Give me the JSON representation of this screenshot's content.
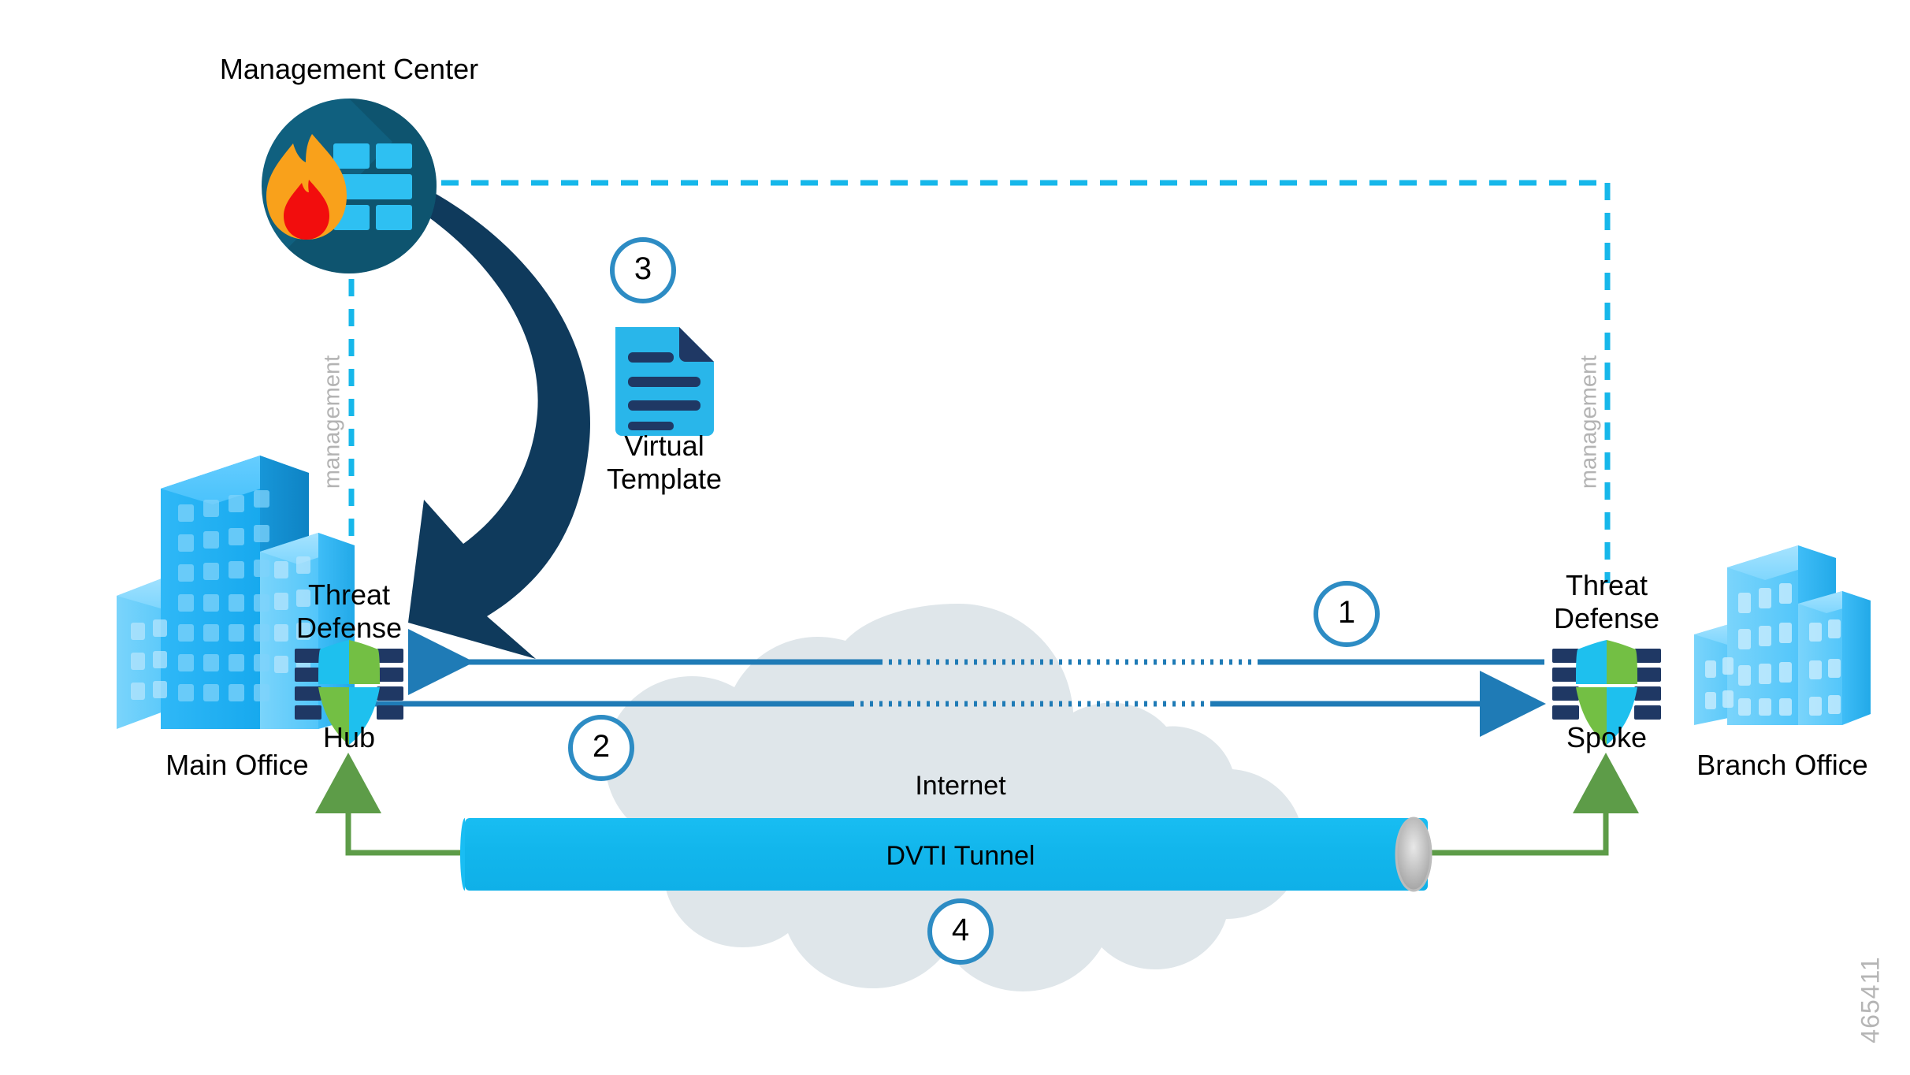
{
  "diagram": {
    "title": "DVTI Hub and Spoke Topology",
    "watermark": "465411",
    "colors": {
      "cisco_cyan": "#16b7ea",
      "cisco_dark_blue": "#0f3a5c",
      "mc_circle": "#10607f",
      "mc_shadow": "#0d4a63",
      "flame_orange": "#f9a11b",
      "flame_red": "#f20d0d",
      "shield_green": "#73bf44",
      "shield_cyan": "#1ec0ee",
      "shield_navy": "#1f3864",
      "arrow_blue": "#1f7bb6",
      "green_line": "#5d9c48",
      "cloud_grey": "#dfe6ea",
      "tunnel_cyan": "#16b7ea",
      "tunnel_cap": "#a9a9a9",
      "mgmt_label_grey": "#b3b3b3",
      "building_blue": "#27b5f5",
      "step_circle": "#2d8cc4"
    }
  },
  "nodes": {
    "management_center": {
      "label": "Management Center",
      "icon": "firewall-flame-icon"
    },
    "virtual_template": {
      "label": "Virtual\nTemplate",
      "icon": "document-icon"
    },
    "hub": {
      "title": "Threat\nDefense",
      "role": "Hub",
      "icon": "shield-icon"
    },
    "spoke": {
      "title": "Threat\nDefense",
      "role": "Spoke",
      "icon": "shield-icon"
    },
    "main_office": {
      "label": "Main Office",
      "icon": "office-building-icon"
    },
    "branch_office": {
      "label": "Branch Office",
      "icon": "office-building-icon"
    },
    "internet": {
      "label": "Internet",
      "icon": "cloud-icon"
    },
    "tunnel": {
      "label": "DVTI Tunnel",
      "icon": "tunnel-icon"
    }
  },
  "links": {
    "management_left_label": "management",
    "management_right_label": "management"
  },
  "steps": [
    {
      "id": "step-1",
      "number": "1"
    },
    {
      "id": "step-2",
      "number": "2"
    },
    {
      "id": "step-3",
      "number": "3"
    },
    {
      "id": "step-4",
      "number": "4"
    }
  ]
}
